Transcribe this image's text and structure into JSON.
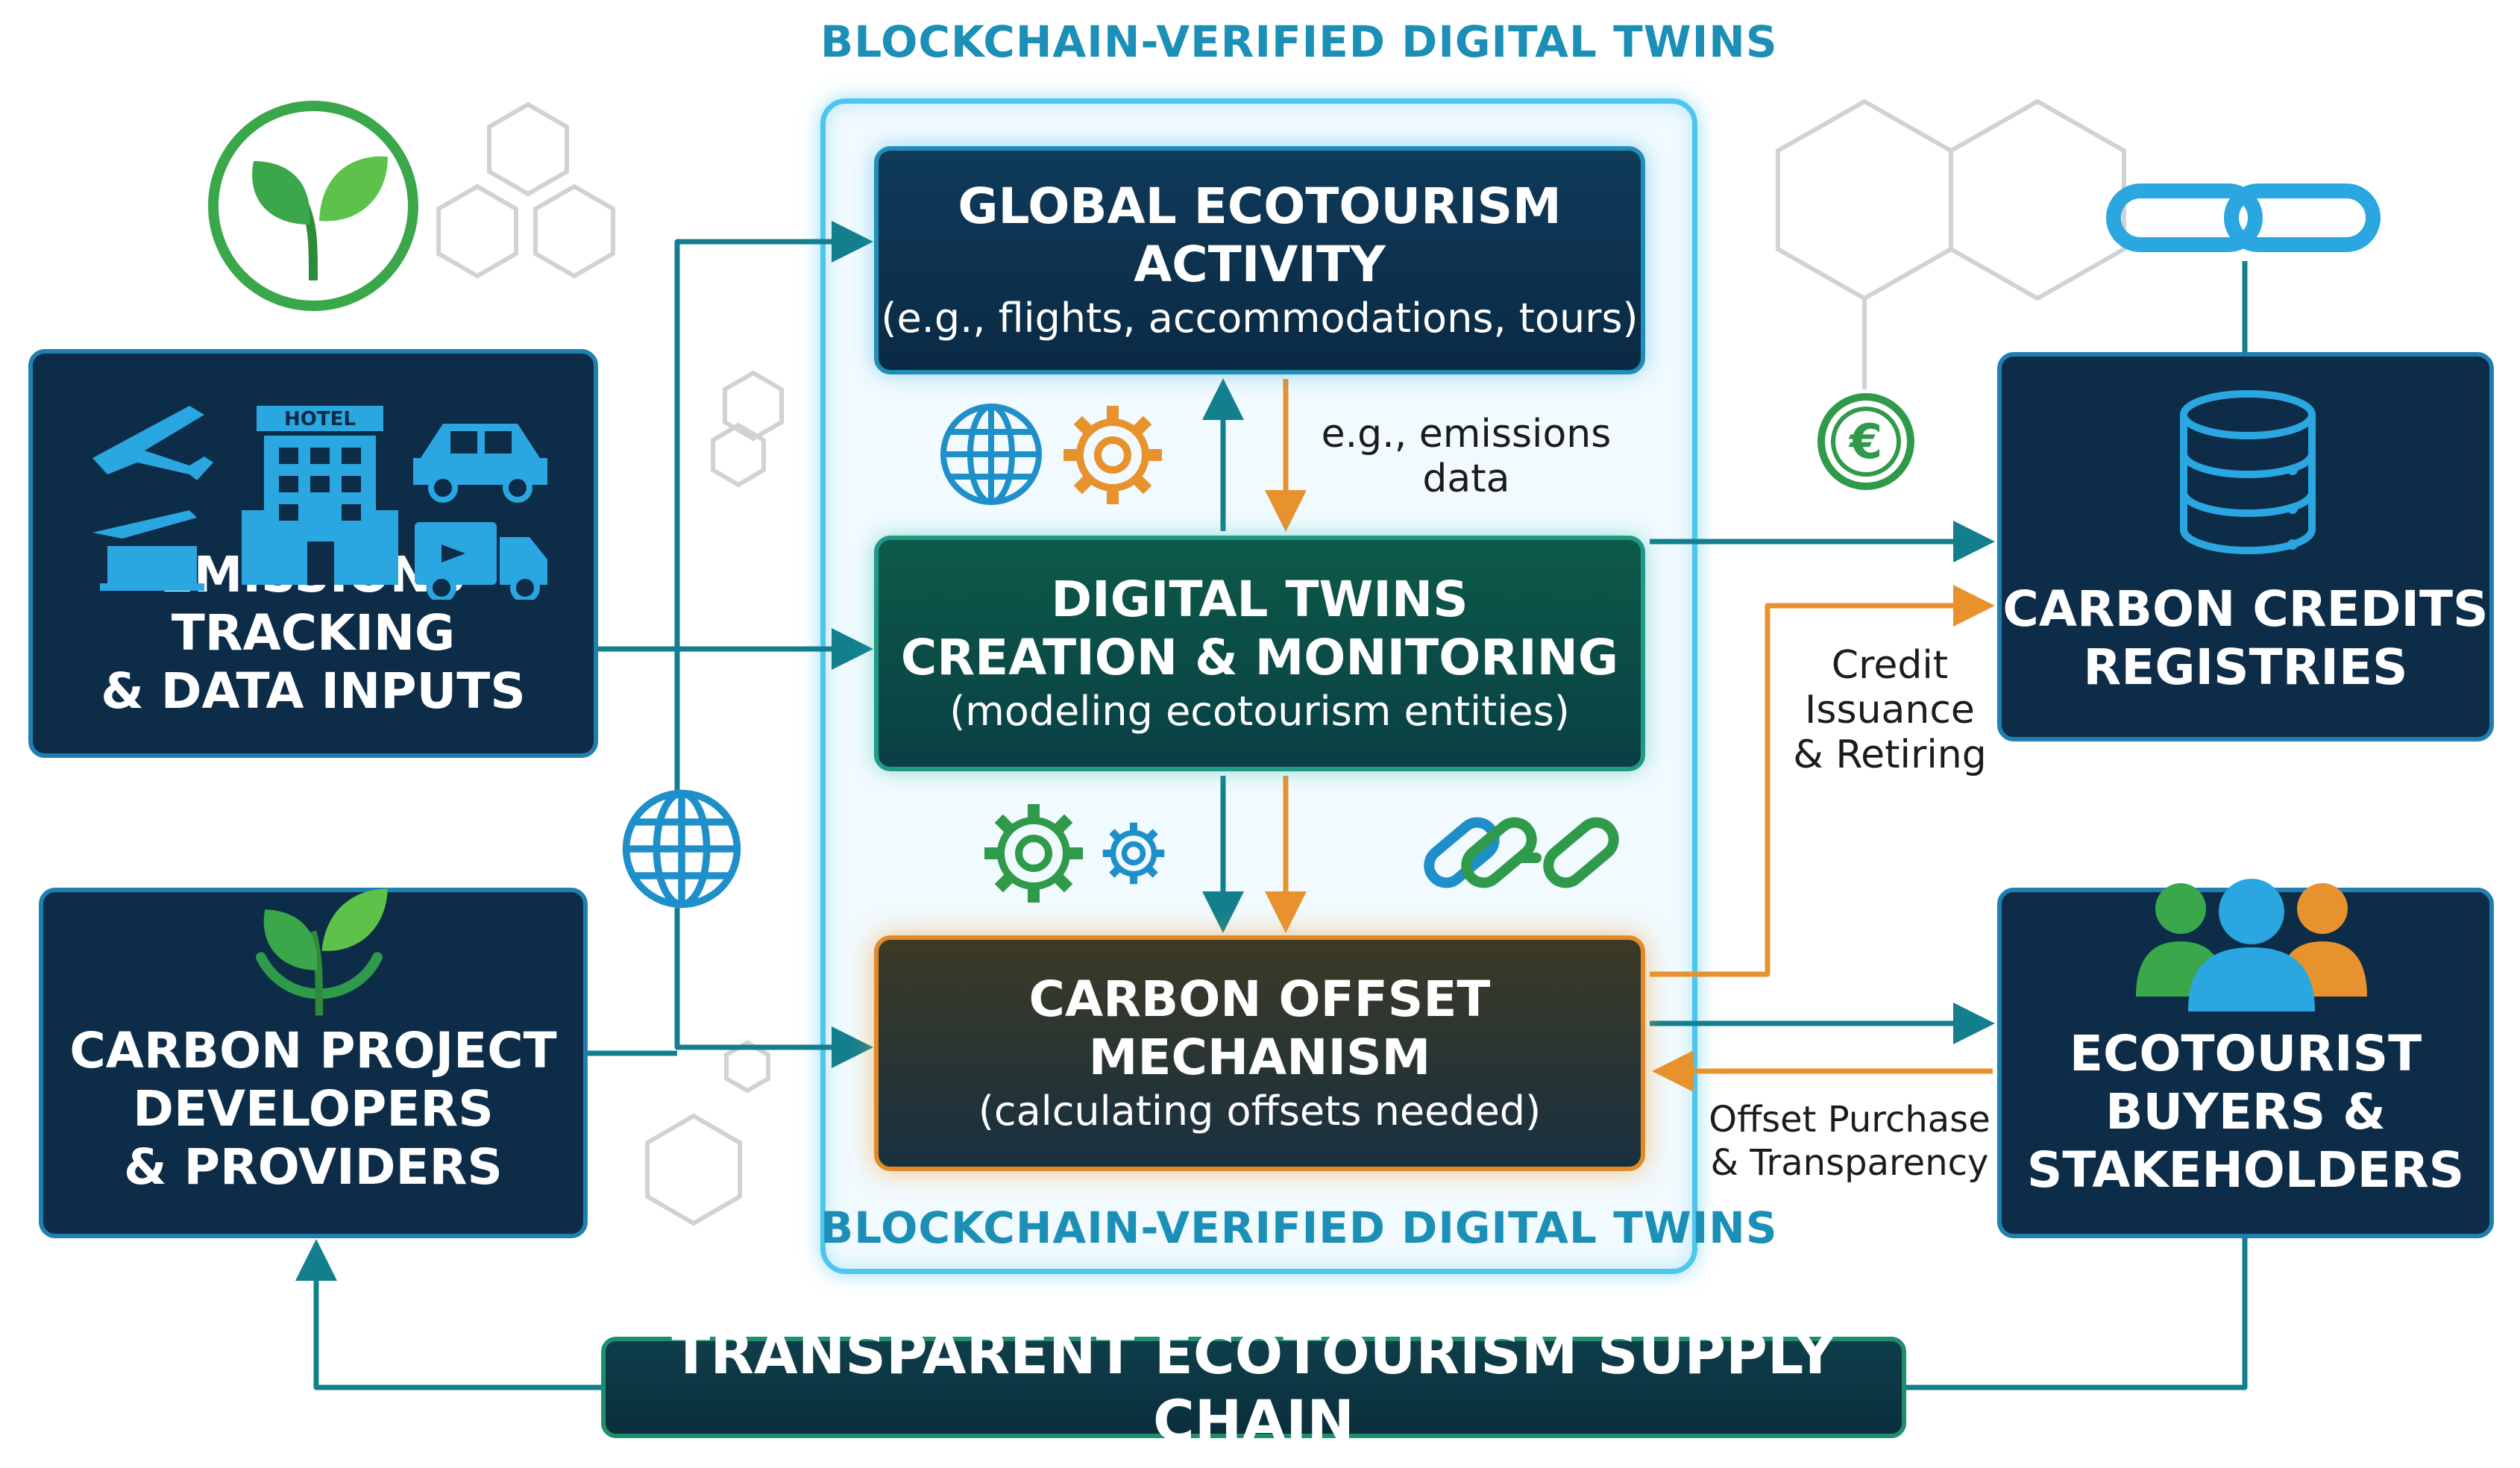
{
  "labels": {
    "top_banner": "BLOCKCHAIN-VERIFIED DIGITAL TWINS",
    "bottom_banner": "BLOCKCHAIN-VERIFIED DIGITAL TWINS"
  },
  "nodes": {
    "global_activity": {
      "title_line1": "GLOBAL ECOTOURISM",
      "title_line2": "ACTIVITY",
      "subtitle": "(e.g., flights, accommodations, tours)"
    },
    "digital_twins": {
      "title_line1": "DIGITAL TWINS",
      "title_line2": "CREATION & MONITORING",
      "subtitle": "(modeling ecotourism entities)"
    },
    "carbon_offset": {
      "title_line1": "CARBON OFFSET",
      "title_line2": "MECHANISM",
      "subtitle": "(calculating offsets needed)"
    },
    "emissions": {
      "title_line1": "EMISSIONS TRACKING",
      "title_line2": "& DATA INPUTS",
      "hotel_sign": "HOTEL"
    },
    "project_developers": {
      "title_line1": "CARBON PROJECT",
      "title_line2": "DEVELOPERS",
      "title_line3": "& PROVIDERS"
    },
    "registries": {
      "title_line1": "CARBON CREDITS",
      "title_line2": "REGISTRIES"
    },
    "buyers": {
      "title_line1": "ECOTOURIST",
      "title_line2": "BUYERS &",
      "title_line3": "STAKEHOLDERS"
    },
    "supply_chain": {
      "title": "TRANSPARENT ECOTOURISM SUPPLY CHAIN"
    }
  },
  "edge_labels": {
    "emissions_data_line1": "e.g., emissions",
    "emissions_data_line2": "data",
    "credit_line1": "Credit",
    "credit_line2": "Issuance",
    "credit_line3": "& Retiring",
    "purchase_line1": "Offset Purchase",
    "purchase_line2": "& Transparency"
  },
  "icons": {
    "euro_symbol": "€"
  },
  "colors": {
    "teal_arrow": "#137f8e",
    "orange_arrow": "#e8922e",
    "frame_glow": "#4cc6ef",
    "box_navy": "#0c2c48",
    "box_border_blue": "#1f7fb0",
    "label_blue": "#1b8fb6"
  }
}
